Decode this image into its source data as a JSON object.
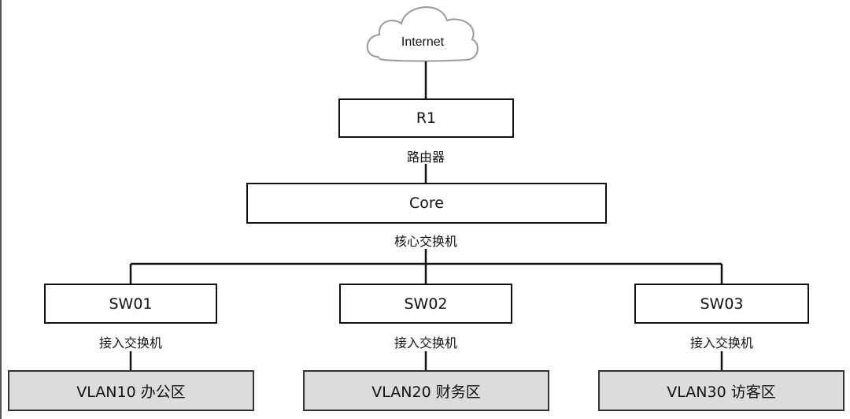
{
  "internet": {
    "label": "Internet"
  },
  "router": {
    "name": "R1",
    "role": "路由器"
  },
  "core": {
    "name": "Core",
    "role": "核心交换机"
  },
  "access_switches": [
    {
      "name": "SW01",
      "role": "接入交换机",
      "vlan": "VLAN10 办公区"
    },
    {
      "name": "SW02",
      "role": "接入交换机",
      "vlan": "VLAN20 财务区"
    },
    {
      "name": "SW03",
      "role": "接入交换机",
      "vlan": "VLAN30 访客区"
    }
  ],
  "colors": {
    "line": "#111111",
    "box_border": "#111111",
    "vlan_fill": "#dcdcdc",
    "cloud_stroke": "#999999"
  }
}
